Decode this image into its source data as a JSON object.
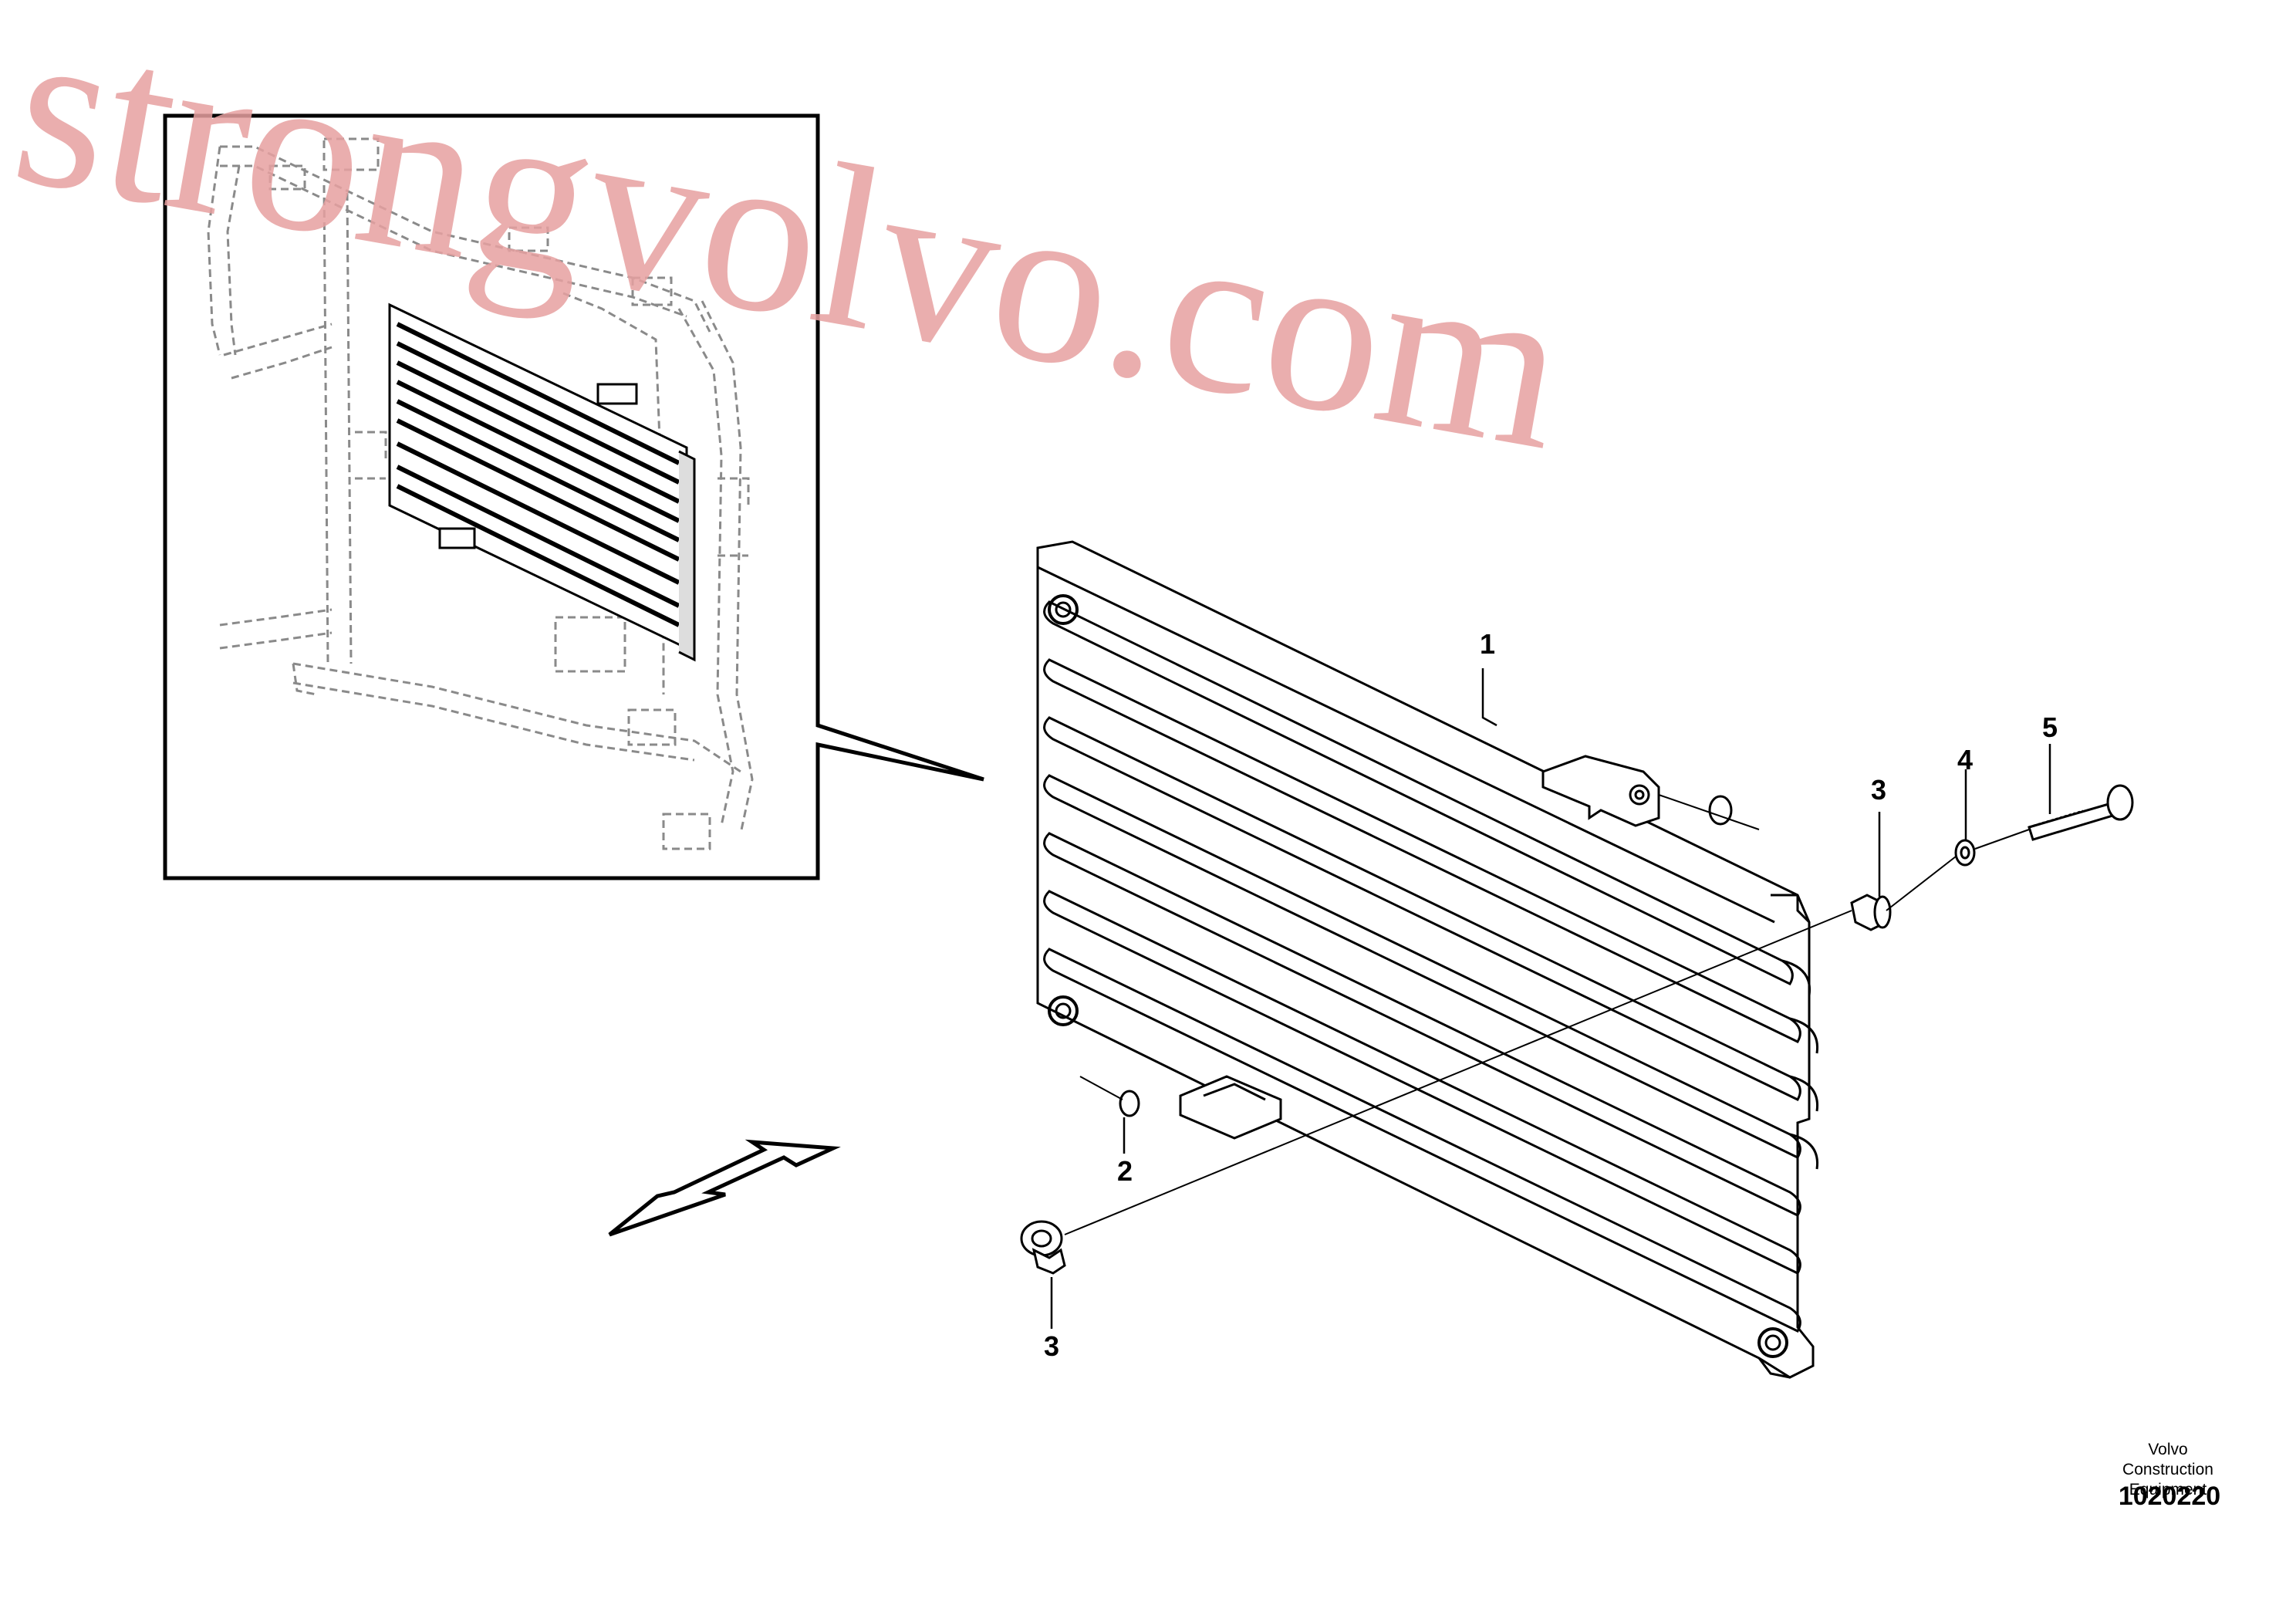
{
  "callouts": [
    {
      "id": "1",
      "label": "1"
    },
    {
      "id": "2",
      "label": "2"
    },
    {
      "id": "3a",
      "label": "3"
    },
    {
      "id": "3b",
      "label": "3"
    },
    {
      "id": "4",
      "label": "4"
    },
    {
      "id": "5",
      "label": "5"
    }
  ],
  "publisher": {
    "line1": "Volvo Construction",
    "line2": "Equipment"
  },
  "figure_id": "1020220",
  "watermark": "strongvolvo.com",
  "colors": {
    "line": "#000000",
    "watermark": "#e6a0a0",
    "detail_dashed": "#9a9a9a"
  },
  "icons": {
    "direction": "forward-arrow-icon"
  }
}
